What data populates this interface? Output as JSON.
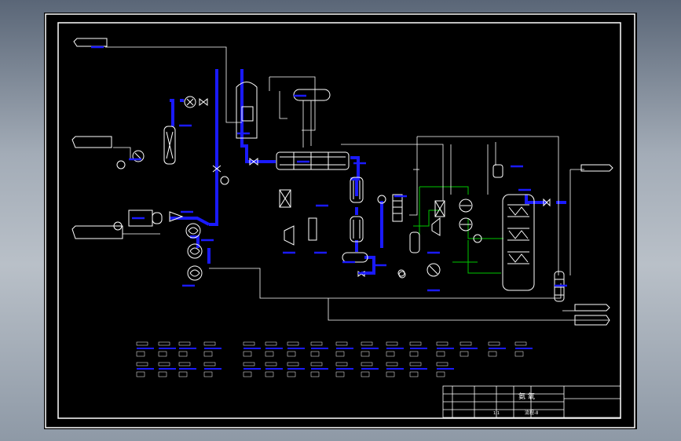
{
  "colors": {
    "background": "#000000",
    "frame": "#ffffff",
    "pipe": "#1a1aff",
    "pipe_green": "#00c800",
    "line": "#ffffff"
  },
  "title_block": {
    "name_cell": "氨 氧",
    "code_cell": "流程-Ⅱ"
  },
  "scale_text": "1:1"
}
